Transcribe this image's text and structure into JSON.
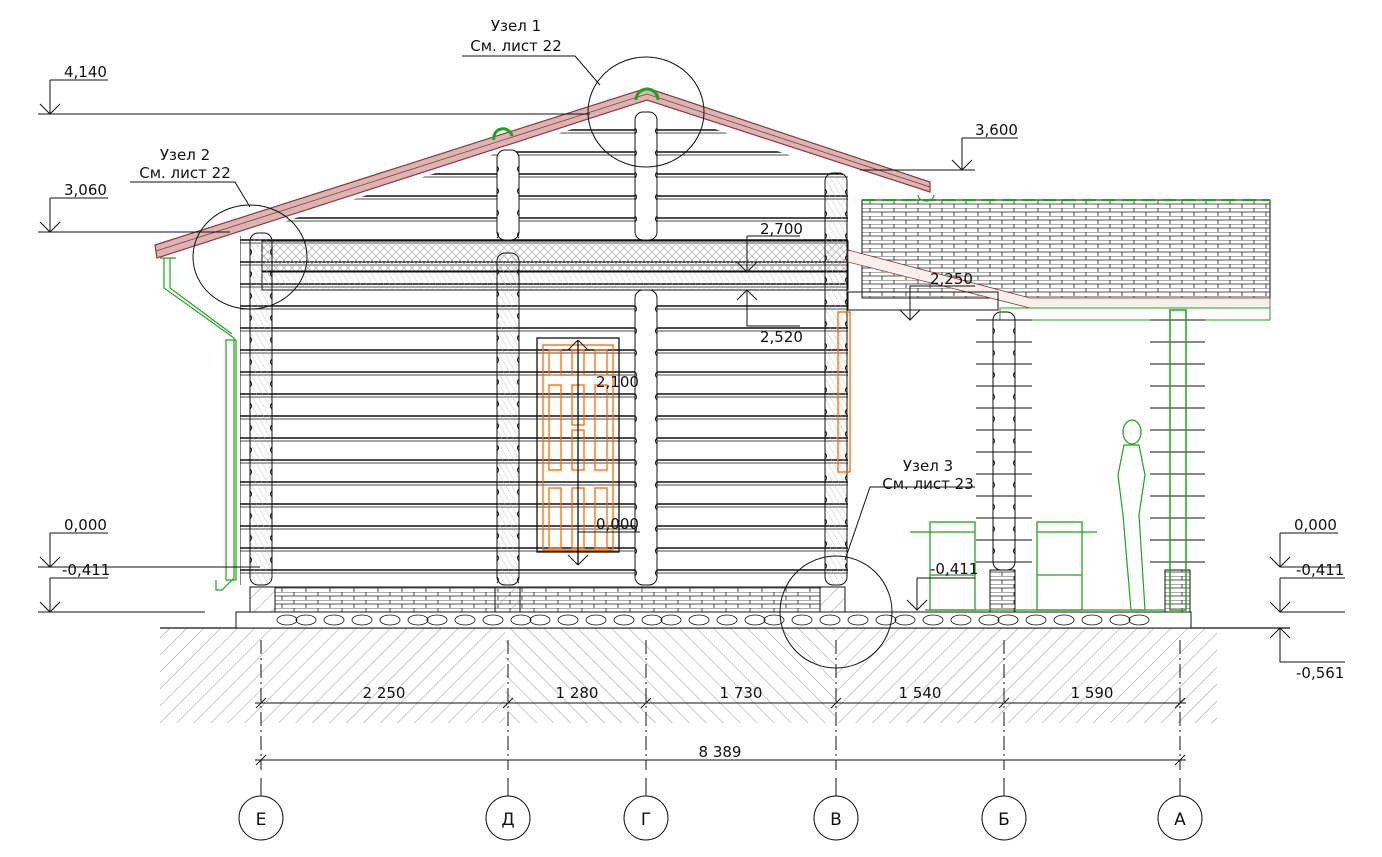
{
  "drawing": {
    "nodes": [
      {
        "title": "Узел 1",
        "ref": "См. лист 22"
      },
      {
        "title": "Узел 2",
        "ref": "См. лист 22"
      },
      {
        "title": "Узел 3",
        "ref": "См. лист 23"
      }
    ],
    "levels_left": [
      "4,140",
      "3,060",
      "0,000",
      "-0,411"
    ],
    "levels_inner": [
      "3,600",
      "2,700",
      "2,520",
      "2,250",
      "2,100",
      "0,000",
      "-0,411"
    ],
    "levels_right": [
      "0,000",
      "-0,411",
      "-0,561"
    ],
    "dimensions": [
      "2 250",
      "1 280",
      "1 730",
      "1 540",
      "1 590"
    ],
    "overall_dimension": "8 389",
    "axes": [
      "Е",
      "Д",
      "Г",
      "В",
      "Б",
      "А"
    ]
  },
  "colors": {
    "roof": "#dcb4b4",
    "roof_edge": "#8b3a3a",
    "green": "#1fa31f",
    "orange": "#ff6a00"
  }
}
